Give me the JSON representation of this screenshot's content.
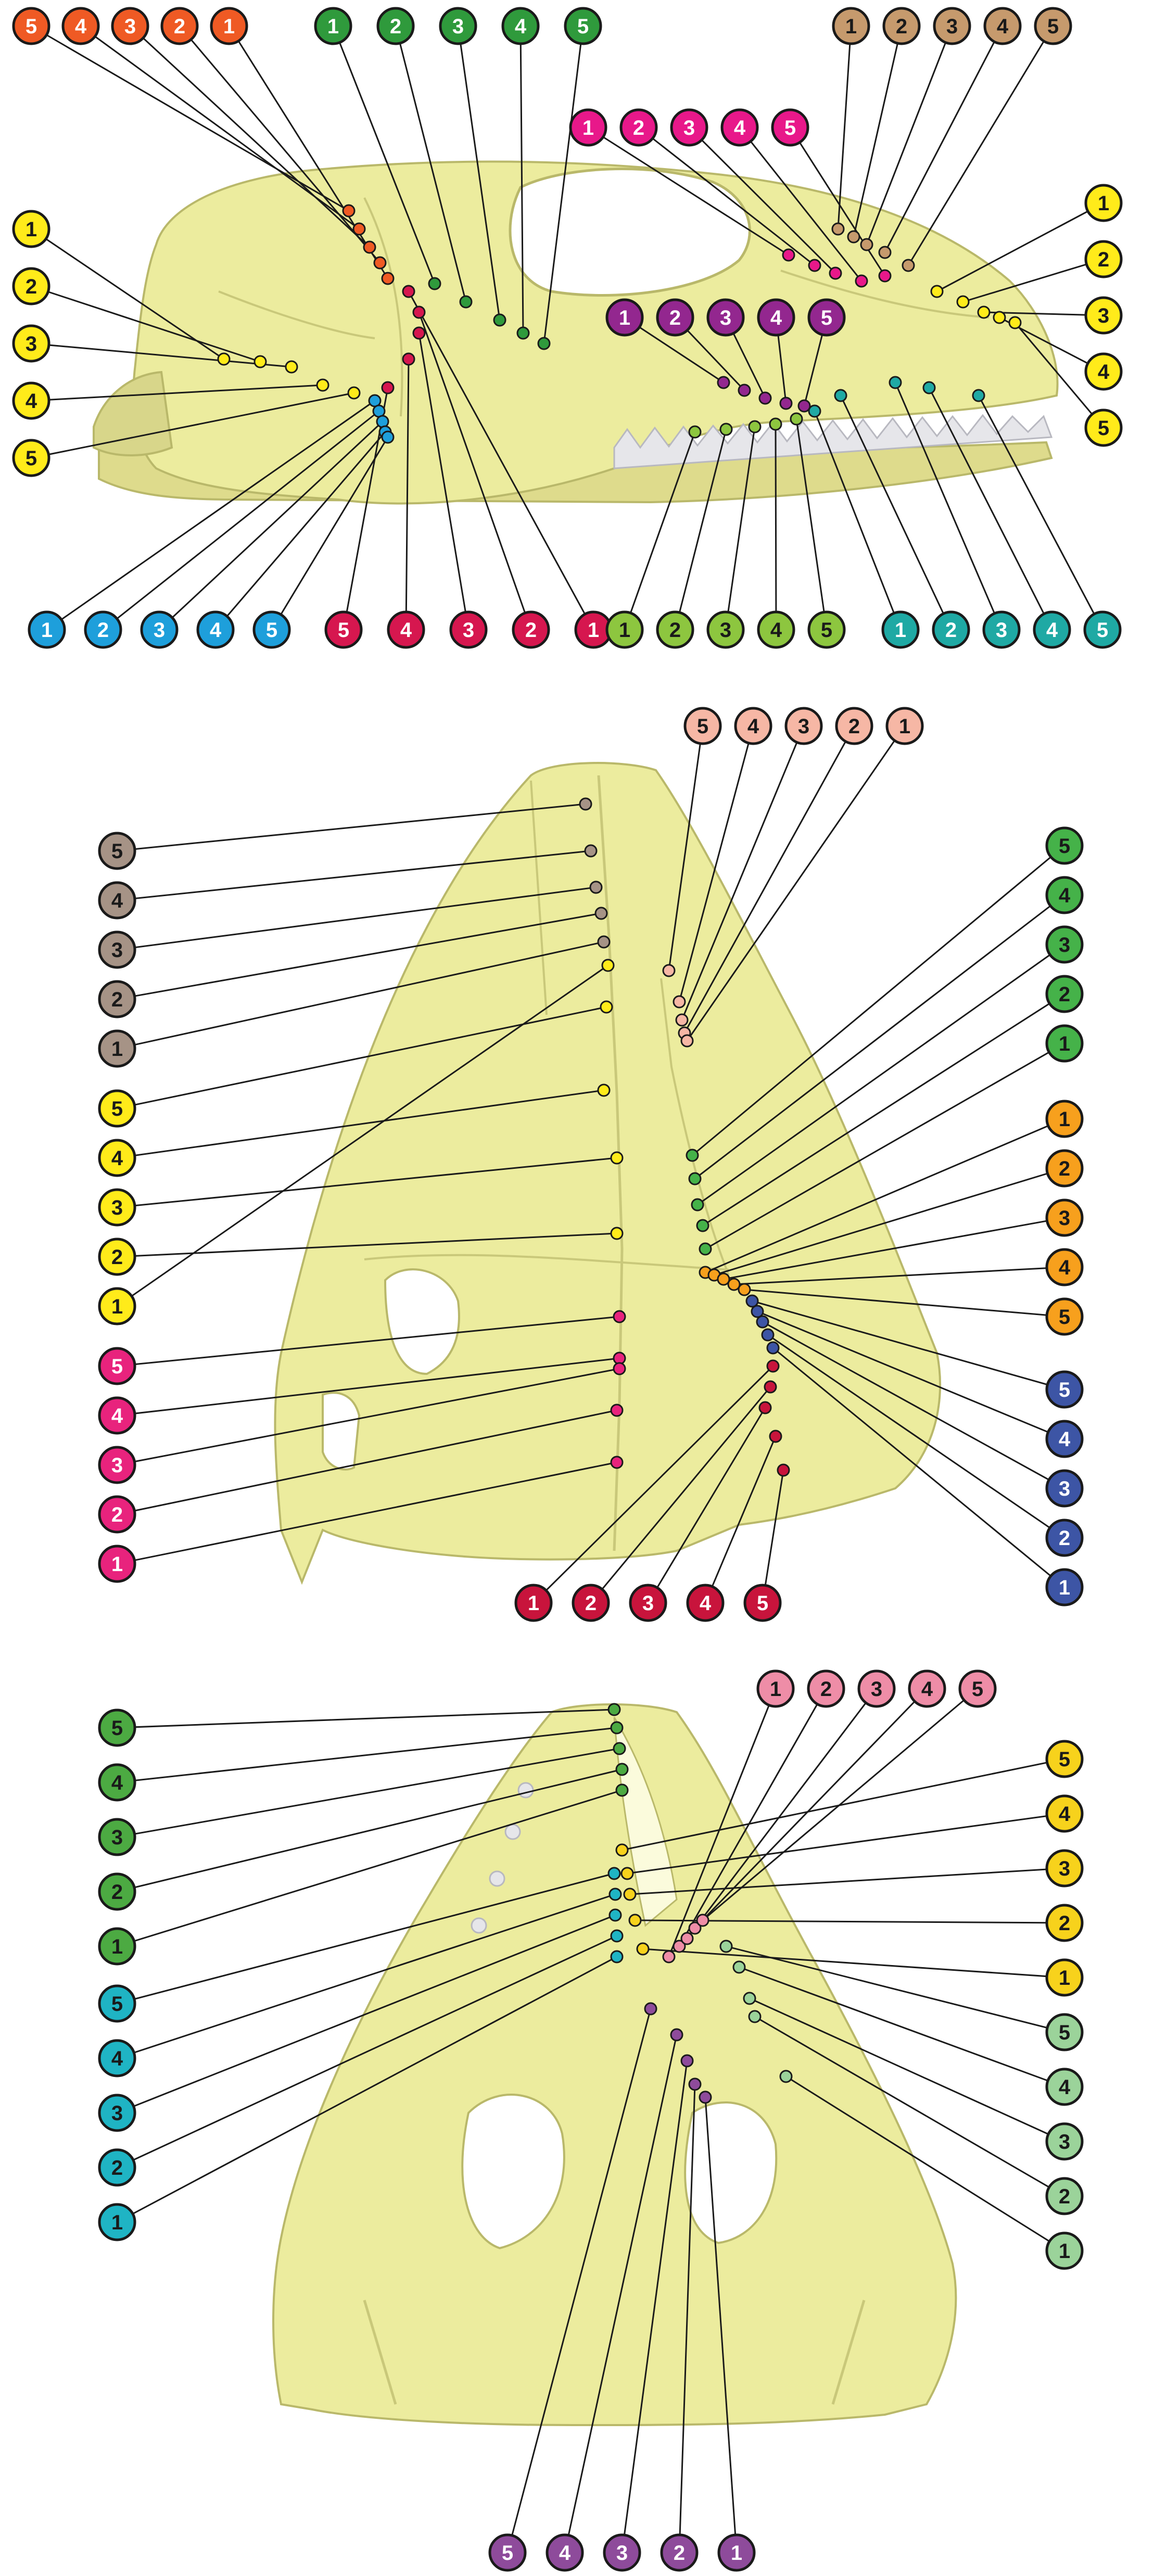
{
  "colors": {
    "skull_fill": "#ecec9e",
    "skull_stroke": "#b9b86a",
    "skull_shadow": "#d4d382",
    "teeth": "#e6e6ea",
    "leader": "#1a1a1a"
  },
  "panels": [
    {
      "id": "lateral",
      "series": [
        {
          "name": "",
          "color": "#ef5a24",
          "text_color": "#ffffff",
          "labels": [
            "5",
            "4",
            "3",
            "2",
            "1"
          ]
        },
        {
          "name": "",
          "color": "#2f9a3c",
          "text_color": "#ffffff",
          "labels": [
            "1",
            "2",
            "3",
            "4",
            "5"
          ]
        },
        {
          "name": "",
          "color": "#e8188a",
          "text_color": "#ffffff",
          "labels": [
            "1",
            "2",
            "3",
            "4",
            "5"
          ]
        },
        {
          "name": "",
          "color": "#c69a6d",
          "text_color": "#1a1a1a",
          "labels": [
            "1",
            "2",
            "3",
            "4",
            "5"
          ]
        },
        {
          "name": "",
          "color": "#ffeb1a",
          "text_color": "#1a1a1a",
          "labels": [
            "1",
            "2",
            "3",
            "4",
            "5"
          ]
        },
        {
          "name": "",
          "color": "#93278f",
          "text_color": "#ffffff",
          "labels": [
            "1",
            "2",
            "3",
            "4",
            "5"
          ]
        },
        {
          "name": "",
          "color": "#ffeb1a",
          "text_color": "#1a1a1a",
          "labels": [
            "1",
            "2",
            "3",
            "4",
            "5"
          ]
        },
        {
          "name": "",
          "color": "#1e9fdb",
          "text_color": "#ffffff",
          "labels": [
            "1",
            "2",
            "3",
            "4",
            "5"
          ]
        },
        {
          "name": "",
          "color": "#d6174f",
          "text_color": "#ffffff",
          "labels": [
            "5",
            "4",
            "3",
            "2",
            "1"
          ]
        },
        {
          "name": "",
          "color": "#8dc63f",
          "text_color": "#1a1a1a",
          "labels": [
            "1",
            "2",
            "3",
            "4",
            "5"
          ]
        },
        {
          "name": "",
          "color": "#1fa9a4",
          "text_color": "#ffffff",
          "labels": [
            "1",
            "2",
            "3",
            "4",
            "5"
          ]
        }
      ]
    },
    {
      "id": "dorsal",
      "series": [
        {
          "name": "",
          "color": "#f6b7a5",
          "text_color": "#1a1a1a",
          "labels": [
            "5",
            "4",
            "3",
            "2",
            "1"
          ]
        },
        {
          "name": "",
          "color": "#a69386",
          "text_color": "#1a1a1a",
          "labels": [
            "5",
            "4",
            "3",
            "2",
            "1"
          ]
        },
        {
          "name": "",
          "color": "#ffeb1a",
          "text_color": "#1a1a1a",
          "labels": [
            "5",
            "4",
            "3",
            "2",
            "1"
          ]
        },
        {
          "name": "",
          "color": "#e8237d",
          "text_color": "#ffffff",
          "labels": [
            "5",
            "4",
            "3",
            "2",
            "1"
          ]
        },
        {
          "name": "",
          "color": "#45b249",
          "text_color": "#1a1a1a",
          "labels": [
            "5",
            "4",
            "3",
            "2",
            "1"
          ]
        },
        {
          "name": "",
          "color": "#f7a01d",
          "text_color": "#1a1a1a",
          "labels": [
            "1",
            "2",
            "3",
            "4",
            "5"
          ]
        },
        {
          "name": "",
          "color": "#3d55a5",
          "text_color": "#ffffff",
          "labels": [
            "5",
            "4",
            "3",
            "2",
            "1"
          ]
        },
        {
          "name": "",
          "color": "#c8143c",
          "text_color": "#ffffff",
          "labels": [
            "1",
            "2",
            "3",
            "4",
            "5"
          ]
        }
      ]
    },
    {
      "id": "ventral",
      "series": [
        {
          "name": "",
          "color": "#4caa42",
          "text_color": "#1a1a1a",
          "labels": [
            "5",
            "4",
            "3",
            "2",
            "1"
          ]
        },
        {
          "name": "",
          "color": "#1fb4c4",
          "text_color": "#1a1a1a",
          "labels": [
            "5",
            "4",
            "3",
            "2",
            "1"
          ]
        },
        {
          "name": "",
          "color": "#ee8da7",
          "text_color": "#1a1a1a",
          "labels": [
            "1",
            "2",
            "3",
            "4",
            "5"
          ]
        },
        {
          "name": "",
          "color": "#f7d21c",
          "text_color": "#1a1a1a",
          "labels": [
            "5",
            "4",
            "3",
            "2",
            "1"
          ]
        },
        {
          "name": "",
          "color": "#9bd39a",
          "text_color": "#1a1a1a",
          "labels": [
            "5",
            "4",
            "3",
            "2",
            "1"
          ]
        },
        {
          "name": "",
          "color": "#8e4b9b",
          "text_color": "#ffffff",
          "labels": [
            "5",
            "4",
            "3",
            "2",
            "1"
          ]
        }
      ]
    }
  ]
}
